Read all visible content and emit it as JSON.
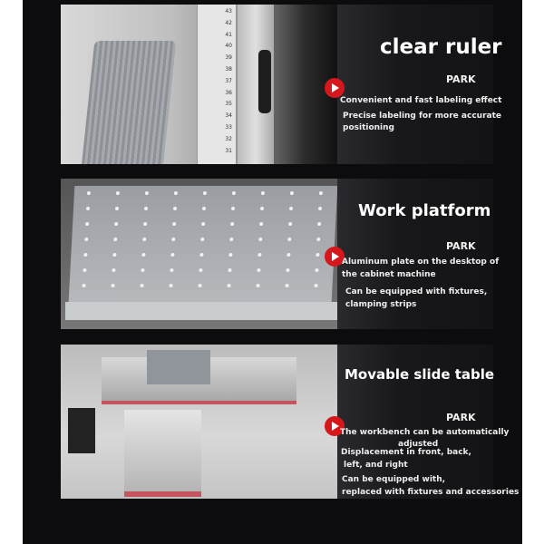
{
  "sections": [
    {
      "title": "clear ruler",
      "brand": "PARK",
      "lines": [
        "Convenient and fast labeling effect",
        "Precise labeling for more accurate",
        "positioning"
      ],
      "ruler_ticks": [
        "43",
        "42",
        "41",
        "40",
        "39",
        "38",
        "37",
        "36",
        "35",
        "34",
        "33",
        "32",
        "31"
      ]
    },
    {
      "title": "Work platform",
      "brand": "PARK",
      "lines": [
        "Aluminum plate on the desktop of",
        "the cabinet machine",
        "Can be equipped with fixtures,",
        "clamping strips"
      ]
    },
    {
      "title": "Movable slide table",
      "brand": "PARK",
      "lines": [
        "The workbench can be automatically",
        "adjusted",
        "Displacement in front, back,",
        "left, and right",
        "Can be equipped with,",
        "replaced with fixtures and accessories"
      ]
    }
  ],
  "colors": {
    "accent": "#d6181c",
    "background": "#0c0c0e"
  }
}
